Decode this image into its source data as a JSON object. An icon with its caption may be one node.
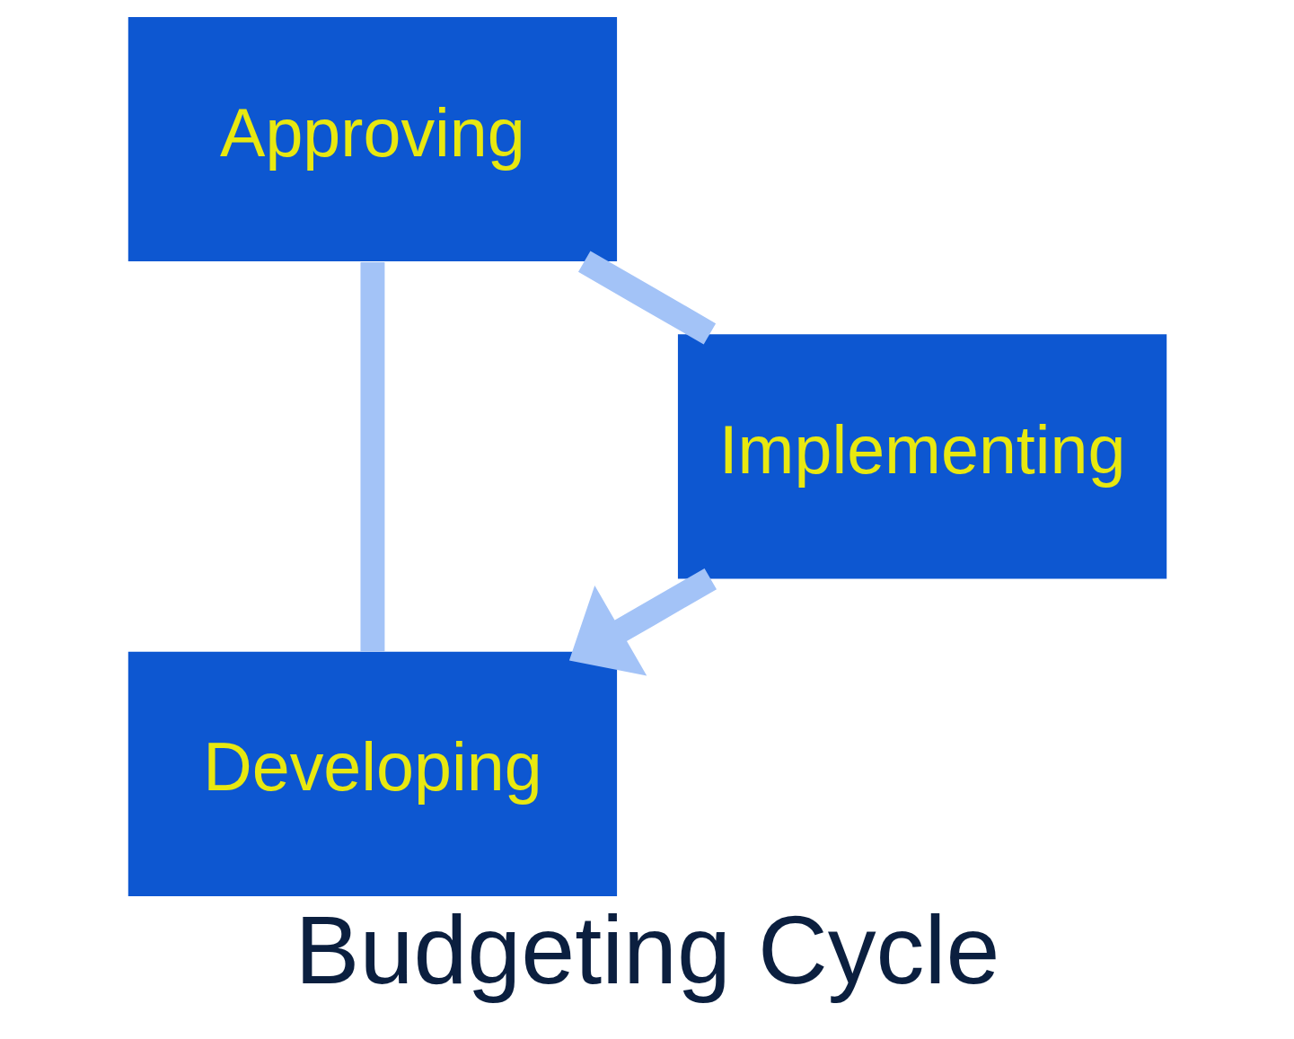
{
  "diagram": {
    "title": "Budgeting Cycle",
    "nodes": [
      {
        "text": [
          "Developing"
        ]
      },
      {
        "text": [
          "Approving"
        ]
      },
      {
        "text": [
          "Implementing"
        ]
      }
    ],
    "edges": [
      {
        "from": 0,
        "to": 1,
        "arrow": "none"
      },
      {
        "from": 1,
        "to": 2,
        "arrow": "none"
      },
      {
        "from": 2,
        "to": 0,
        "arrow": "to"
      }
    ]
  }
}
